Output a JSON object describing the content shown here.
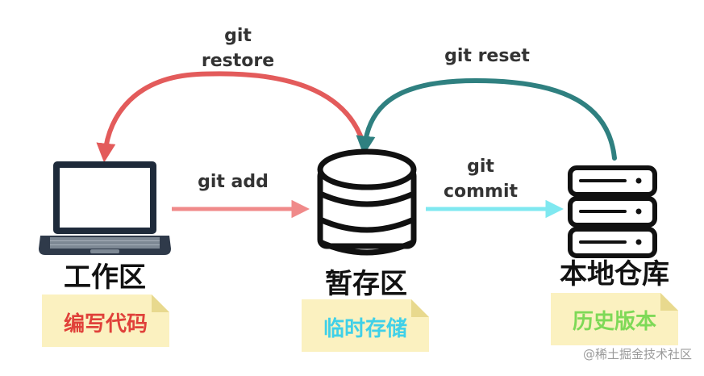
{
  "workspace": {
    "title": "工作区",
    "note": "编写代码",
    "note_color": "#e0413a",
    "icon": "laptop-icon"
  },
  "staging": {
    "title": "暂存区",
    "note": "临时存储",
    "note_color": "#3fd0e8",
    "icon": "database-icon"
  },
  "repository": {
    "title": "本地仓库",
    "note": "历史版本",
    "note_color": "#7ed957",
    "icon": "server-icon"
  },
  "commands": {
    "restore_line1": "git",
    "restore_line2": "restore",
    "reset": "git reset",
    "add": "git add",
    "commit_line1": "git",
    "commit_line2": "commit"
  },
  "colors": {
    "restore_arrow": "#e35b5b",
    "reset_arrow": "#2f8080",
    "add_arrow": "#f08a8a",
    "commit_arrow": "#7fe8f0",
    "note_bg": "#fbf1c0",
    "note_fold": "#e8d98e"
  },
  "watermark": "@稀土掘金技术社区"
}
